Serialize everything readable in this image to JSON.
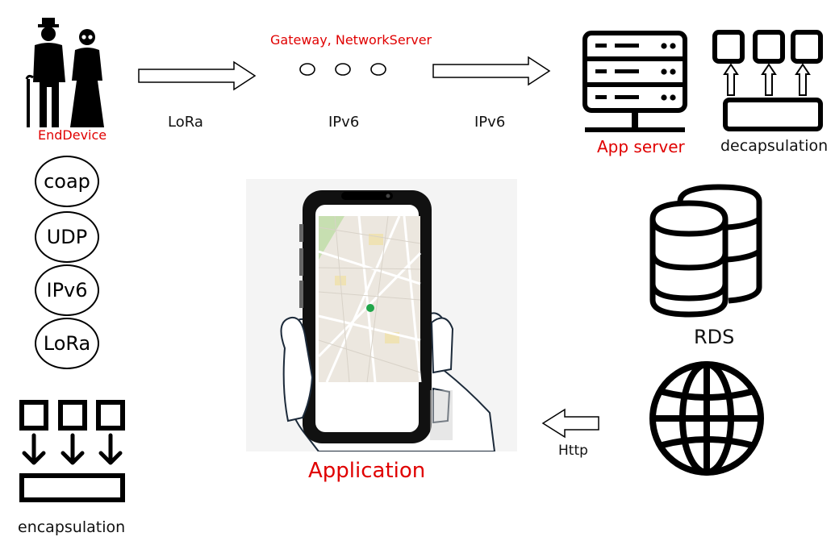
{
  "nodes": {
    "end_device": "EndDevice",
    "gateway": "Gateway, NetworkServer",
    "app_server": "App server",
    "decapsulation": "decapsulation",
    "rds": "RDS",
    "application": "Application",
    "encapsulation": "encapsulation"
  },
  "edges": {
    "lora": "LoRa",
    "ipv6_gateway": "IPv6",
    "ipv6_server": "IPv6",
    "http": "Http"
  },
  "protocol_stack": [
    "coap",
    "UDP",
    "IPv6",
    "LoRa"
  ],
  "icons": {
    "end_device": "elderly-couple-icon",
    "gateway": "three-dots-icon",
    "app_server": "server-rack-icon",
    "decapsulation": "decapsulation-icon",
    "rds": "database-icon",
    "internet": "globe-icon",
    "application": "phone-in-hand-icon",
    "encapsulation": "encapsulation-icon"
  },
  "colors": {
    "highlight": "#e00000",
    "line": "#000000"
  }
}
